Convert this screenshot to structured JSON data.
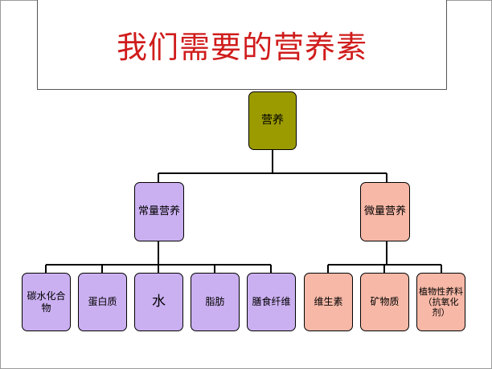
{
  "title": "我们需要的营养素",
  "root": {
    "label": "营养"
  },
  "groups": {
    "major": {
      "label": "常量营养"
    },
    "micro": {
      "label": "微量营养"
    }
  },
  "major_items": [
    "碳水化合物",
    "蛋白质",
    "水",
    "脂肪",
    "膳食纤维"
  ],
  "micro_items": [
    "维生素",
    "矿物质",
    "植物性养料（抗氧化剂）"
  ],
  "colors": {
    "title": "#d01c1c",
    "root": "#9b9b00",
    "major": "#cbb0f1",
    "micro": "#f7b8a7"
  }
}
